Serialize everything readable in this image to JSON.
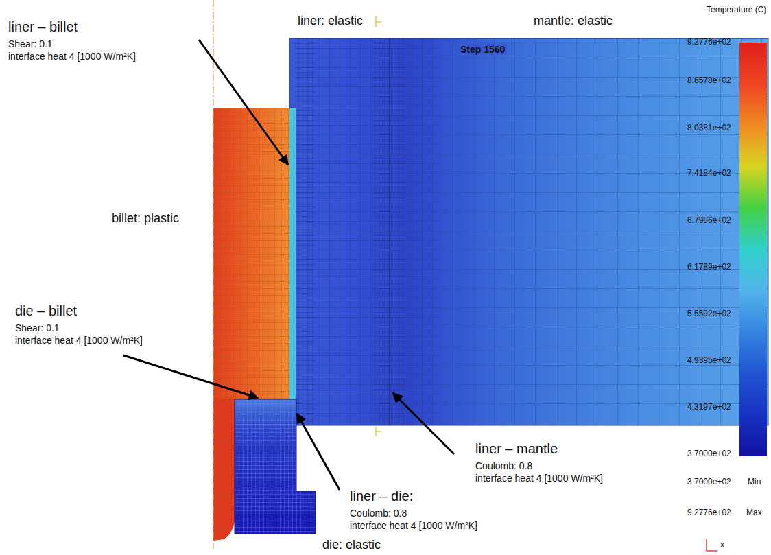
{
  "diagram": {
    "labels": [
      "liner – billet",
      "Shear: 0.1",
      "interface heat 4 [1000 W/m²K]",
      "liner: elastic",
      "mantle: elastic",
      "Step 1560",
      "billet: plastic",
      "die – billet",
      "Shear: 0.1",
      "interface heat 4 [1000 W/m²K]",
      "liner – mantle",
      "Coulomb: 0.8",
      "interface heat 4 [1000 W/m²K]",
      "liner – die:",
      "Coulomb: 0.8",
      "interface heat 4 [1000 W/m²K]",
      "die: elastic",
      "Temperature (C)",
      "9.2776e+02",
      "8.6578e+02",
      "8.0381e+02",
      "7.4184e+02",
      "6.7986e+02",
      "6.1789e+02",
      "5.5592e+02",
      "4.9395e+02",
      "4.3197e+02",
      "3.7000e+02",
      "3.7000e+02",
      "Min",
      "9.2776e+02",
      "Max",
      "x"
    ]
  }
}
